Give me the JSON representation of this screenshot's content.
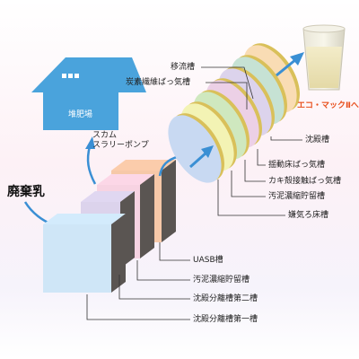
{
  "input": {
    "label": "廃棄乳"
  },
  "house": {
    "label": "堆肥場"
  },
  "pump": {
    "line1": "スカム",
    "line2": "スラリーポンプ"
  },
  "output": {
    "label": "エコ・マックⅡへ"
  },
  "stage1_tanks": [
    {
      "label": "沈殿分離槽第一槽",
      "color": "#cfe6f7"
    },
    {
      "label": "沈殿分離槽第二槽",
      "color": "#dcd3ec"
    },
    {
      "label": "汚泥濃縮貯留槽",
      "color": "#f7d3e2"
    },
    {
      "label": "UASB槽",
      "color": "#f6c8a8"
    }
  ],
  "stage2_tanks": [
    {
      "label": "嫌気ろ床槽",
      "color": "#c8d9f2"
    },
    {
      "label": "汚泥濃縮貯留槽",
      "color": "#f3f3b4"
    },
    {
      "label": "カキ殻接触ばっ気槽",
      "color": "#cfe8bf"
    },
    {
      "label": "揺動床ばっ気槽",
      "color": "#ecd0e6"
    },
    {
      "label": "沈殿槽",
      "color": "#dcd3ec"
    },
    {
      "label": "炭素繊維ばっ気槽",
      "color": "#c6e2d4"
    },
    {
      "label": "移流槽",
      "color": "#f9dcb4"
    }
  ],
  "colors": {
    "house": "#4aa3dc",
    "arrow": "#3a8fd4"
  }
}
